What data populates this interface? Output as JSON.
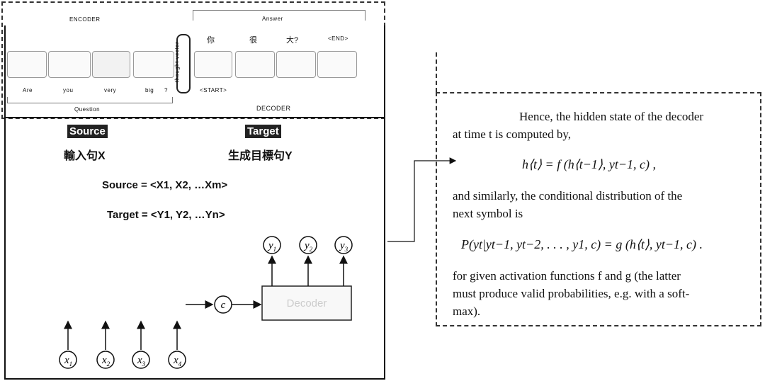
{
  "seq2seq": {
    "encoder_title": "ENCODER",
    "answer_label": "Answer",
    "question_label": "Question",
    "decoder_title": "DECODER",
    "thought_vector": "thought vector",
    "input_words": [
      "Are",
      "you",
      "very",
      "big",
      "?"
    ],
    "output_words": [
      "你",
      "很",
      "大?",
      "<END>"
    ],
    "start_token": "<START>"
  },
  "labels": {
    "source_tag": "Source",
    "source_cn": "輸入句X",
    "target_tag": "Target",
    "target_cn": "生成目標句Y",
    "source_eq": "Source = <X1, X2, …Xm>",
    "target_eq": "Target = <Y1, Y2, …Yn>"
  },
  "diagram": {
    "context_node": "c",
    "decoder_box": "Decoder",
    "inputs": [
      "x1",
      "x2",
      "x3",
      "x4"
    ],
    "outputs": [
      "y1",
      "y2",
      "y3"
    ]
  },
  "paper": {
    "para1_a": "Hence, the hidden state of the decoder",
    "para1_b": "at time t is computed by,",
    "eq1": "h⟨t⟩ = f (h⟨t−1⟩, yt−1, c) ,",
    "para2_a": "and similarly, the conditional distribution of the",
    "para2_b": "next symbol is",
    "eq2": "P(yt|yt−1, yt−2, . . . , y1, c) = g (h⟨t⟩, yt−1, c) .",
    "para3_a": "for given activation functions f and g (the latter",
    "para3_b": "must produce valid probabilities, e.g. with a soft-",
    "para3_c": "max)."
  }
}
